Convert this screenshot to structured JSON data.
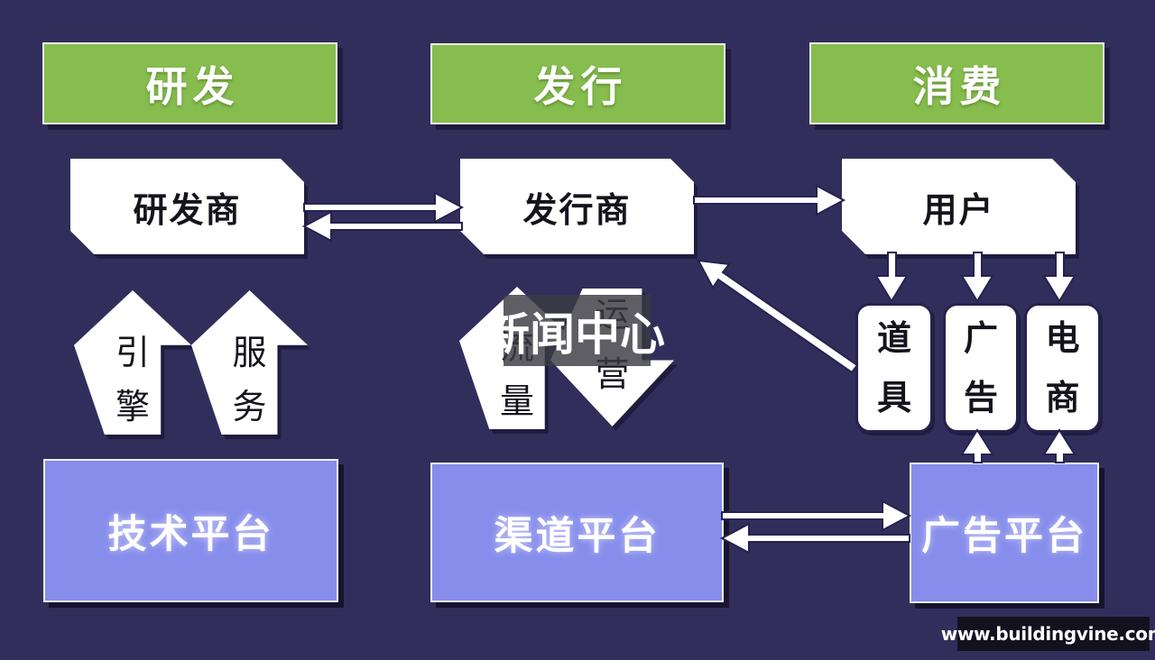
{
  "colors": {
    "background": "#322e5b",
    "stage_green": "#86bd4e",
    "platform_purple": "#868deb",
    "box_white": "#ffffff",
    "outline_dark": "#262250",
    "text_dark": "#15131c"
  },
  "stages": [
    {
      "label": "研发"
    },
    {
      "label": "发行"
    },
    {
      "label": "消费"
    }
  ],
  "entities": [
    {
      "label": "研发商"
    },
    {
      "label": "发行商"
    },
    {
      "label": "用户"
    }
  ],
  "block_arrows": [
    {
      "id": "engine",
      "direction": "up",
      "chars": [
        "引",
        "擎"
      ]
    },
    {
      "id": "service",
      "direction": "up",
      "chars": [
        "服",
        "务"
      ]
    },
    {
      "id": "traffic",
      "direction": "up",
      "chars": [
        "流",
        "量"
      ]
    },
    {
      "id": "operation",
      "direction": "down",
      "chars": [
        "运",
        "营"
      ]
    }
  ],
  "monetization": [
    {
      "id": "props",
      "chars": [
        "道",
        "具"
      ]
    },
    {
      "id": "ads",
      "chars": [
        "广",
        "告"
      ]
    },
    {
      "id": "ecommerce",
      "chars": [
        "电",
        "商"
      ]
    }
  ],
  "platforms": [
    {
      "label": "技术平台"
    },
    {
      "label": "渠道平台"
    },
    {
      "label": "广告平台"
    }
  ],
  "watermark": {
    "label": "新闻中心"
  },
  "site_badge": {
    "label": "www.buildingvine.com"
  }
}
